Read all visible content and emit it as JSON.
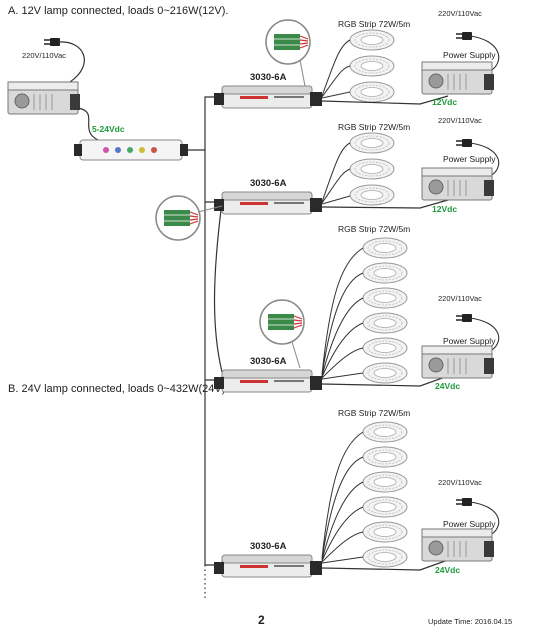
{
  "heading_a": "A. 12V lamp connected, loads 0~216W(12V).",
  "heading_b": "B. 24V lamp connected, loads 0~432W(24V).",
  "mains_label": "220V/110Vac",
  "input_voltage": "5-24Vdc",
  "amplifier_model": "3030-6A",
  "strip_label": "RGB Strip 72W/5m",
  "power_supply_label": "Power Supply",
  "out_12v": "12Vdc",
  "out_24v": "24Vdc",
  "page_number": "2",
  "update_time": "Update Time: 2016.04.15",
  "colors": {
    "wire": "#333333",
    "green_text": "#1e9a3c",
    "device_fill": "#e8e8e8",
    "device_stroke": "#888888"
  },
  "icons": [
    "plug-icon",
    "power-supply-icon",
    "controller-icon",
    "amplifier-icon",
    "led-strip-reel-icon",
    "terminal-zoom-icon"
  ]
}
